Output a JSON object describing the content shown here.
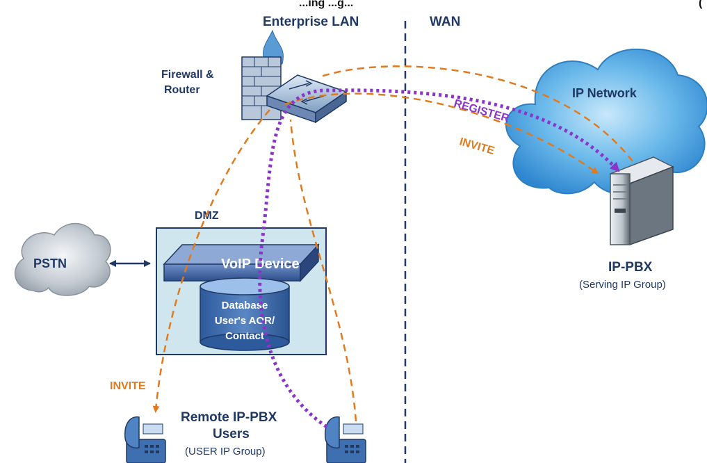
{
  "header": {
    "title_fragment_left": "...ing ...g...",
    "title_fragment_right": "(",
    "zone_left": "Enterprise LAN",
    "zone_right": "WAN"
  },
  "nodes": {
    "firewall": {
      "line1": "Firewall &",
      "line2": "Router"
    },
    "ip_network": {
      "label": "IP Network"
    },
    "dmz": {
      "label": "DMZ"
    },
    "pstn": {
      "label": "PSTN"
    },
    "voip_device": {
      "label": "VoIP Device"
    },
    "database": {
      "line1": "Database",
      "line2": "User's AOR/",
      "line3": "Contact"
    },
    "ip_pbx": {
      "name": "IP-PBX",
      "sub": "(Serving IP Group)"
    },
    "remote_users": {
      "line1": "Remote IP-PBX",
      "line2": "Users",
      "sub": "(USER IP Group)"
    }
  },
  "messages": {
    "register": "REGISTER",
    "invite_wan": "INVITE",
    "invite_lan": "INVITE"
  },
  "colors": {
    "navy_text": "#1f3864",
    "invite_orange": "#e07a1f",
    "register_purple": "#8a35c9",
    "device_box_fill": "#cfe6ee",
    "cloud_blue": "#4aa3df",
    "cloud_gray": "#a9b3bd"
  }
}
